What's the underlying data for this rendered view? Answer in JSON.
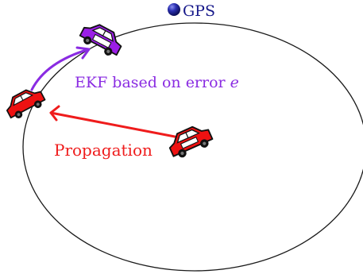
{
  "labels": {
    "gps": "GPS",
    "ekf_prefix": "EKF based on error ",
    "ekf_symbol": "e",
    "propagation": "Propagation"
  },
  "colors": {
    "ellipse": "#1a1a1a",
    "gps_marker": "#16188a",
    "ekf": "#8a2be2",
    "propagation": "#ef1c1c",
    "car_red": "#ee1111",
    "car_purple": "#9b1ee6",
    "car_outline": "#111111",
    "car_window": "#ffffff"
  },
  "icons": {
    "gps": "gps-satellite-marker",
    "car": "car-icon"
  }
}
